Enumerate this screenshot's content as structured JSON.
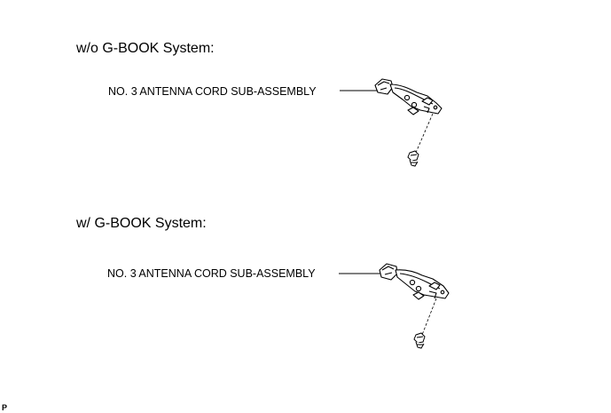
{
  "sections": [
    {
      "title": "w/o G-BOOK System:",
      "callout": "NO. 3 ANTENNA CORD SUB-ASSEMBLY",
      "parts": [
        "antenna-cord-sub-assembly",
        "bolt-icon"
      ]
    },
    {
      "title": "w/ G-BOOK System:",
      "callout": "NO. 3 ANTENNA CORD SUB-ASSEMBLY",
      "parts": [
        "antenna-cord-sub-assembly",
        "bolt-icon"
      ]
    }
  ],
  "footer": "P",
  "colors": {
    "line": "#000000",
    "background": "#ffffff"
  }
}
